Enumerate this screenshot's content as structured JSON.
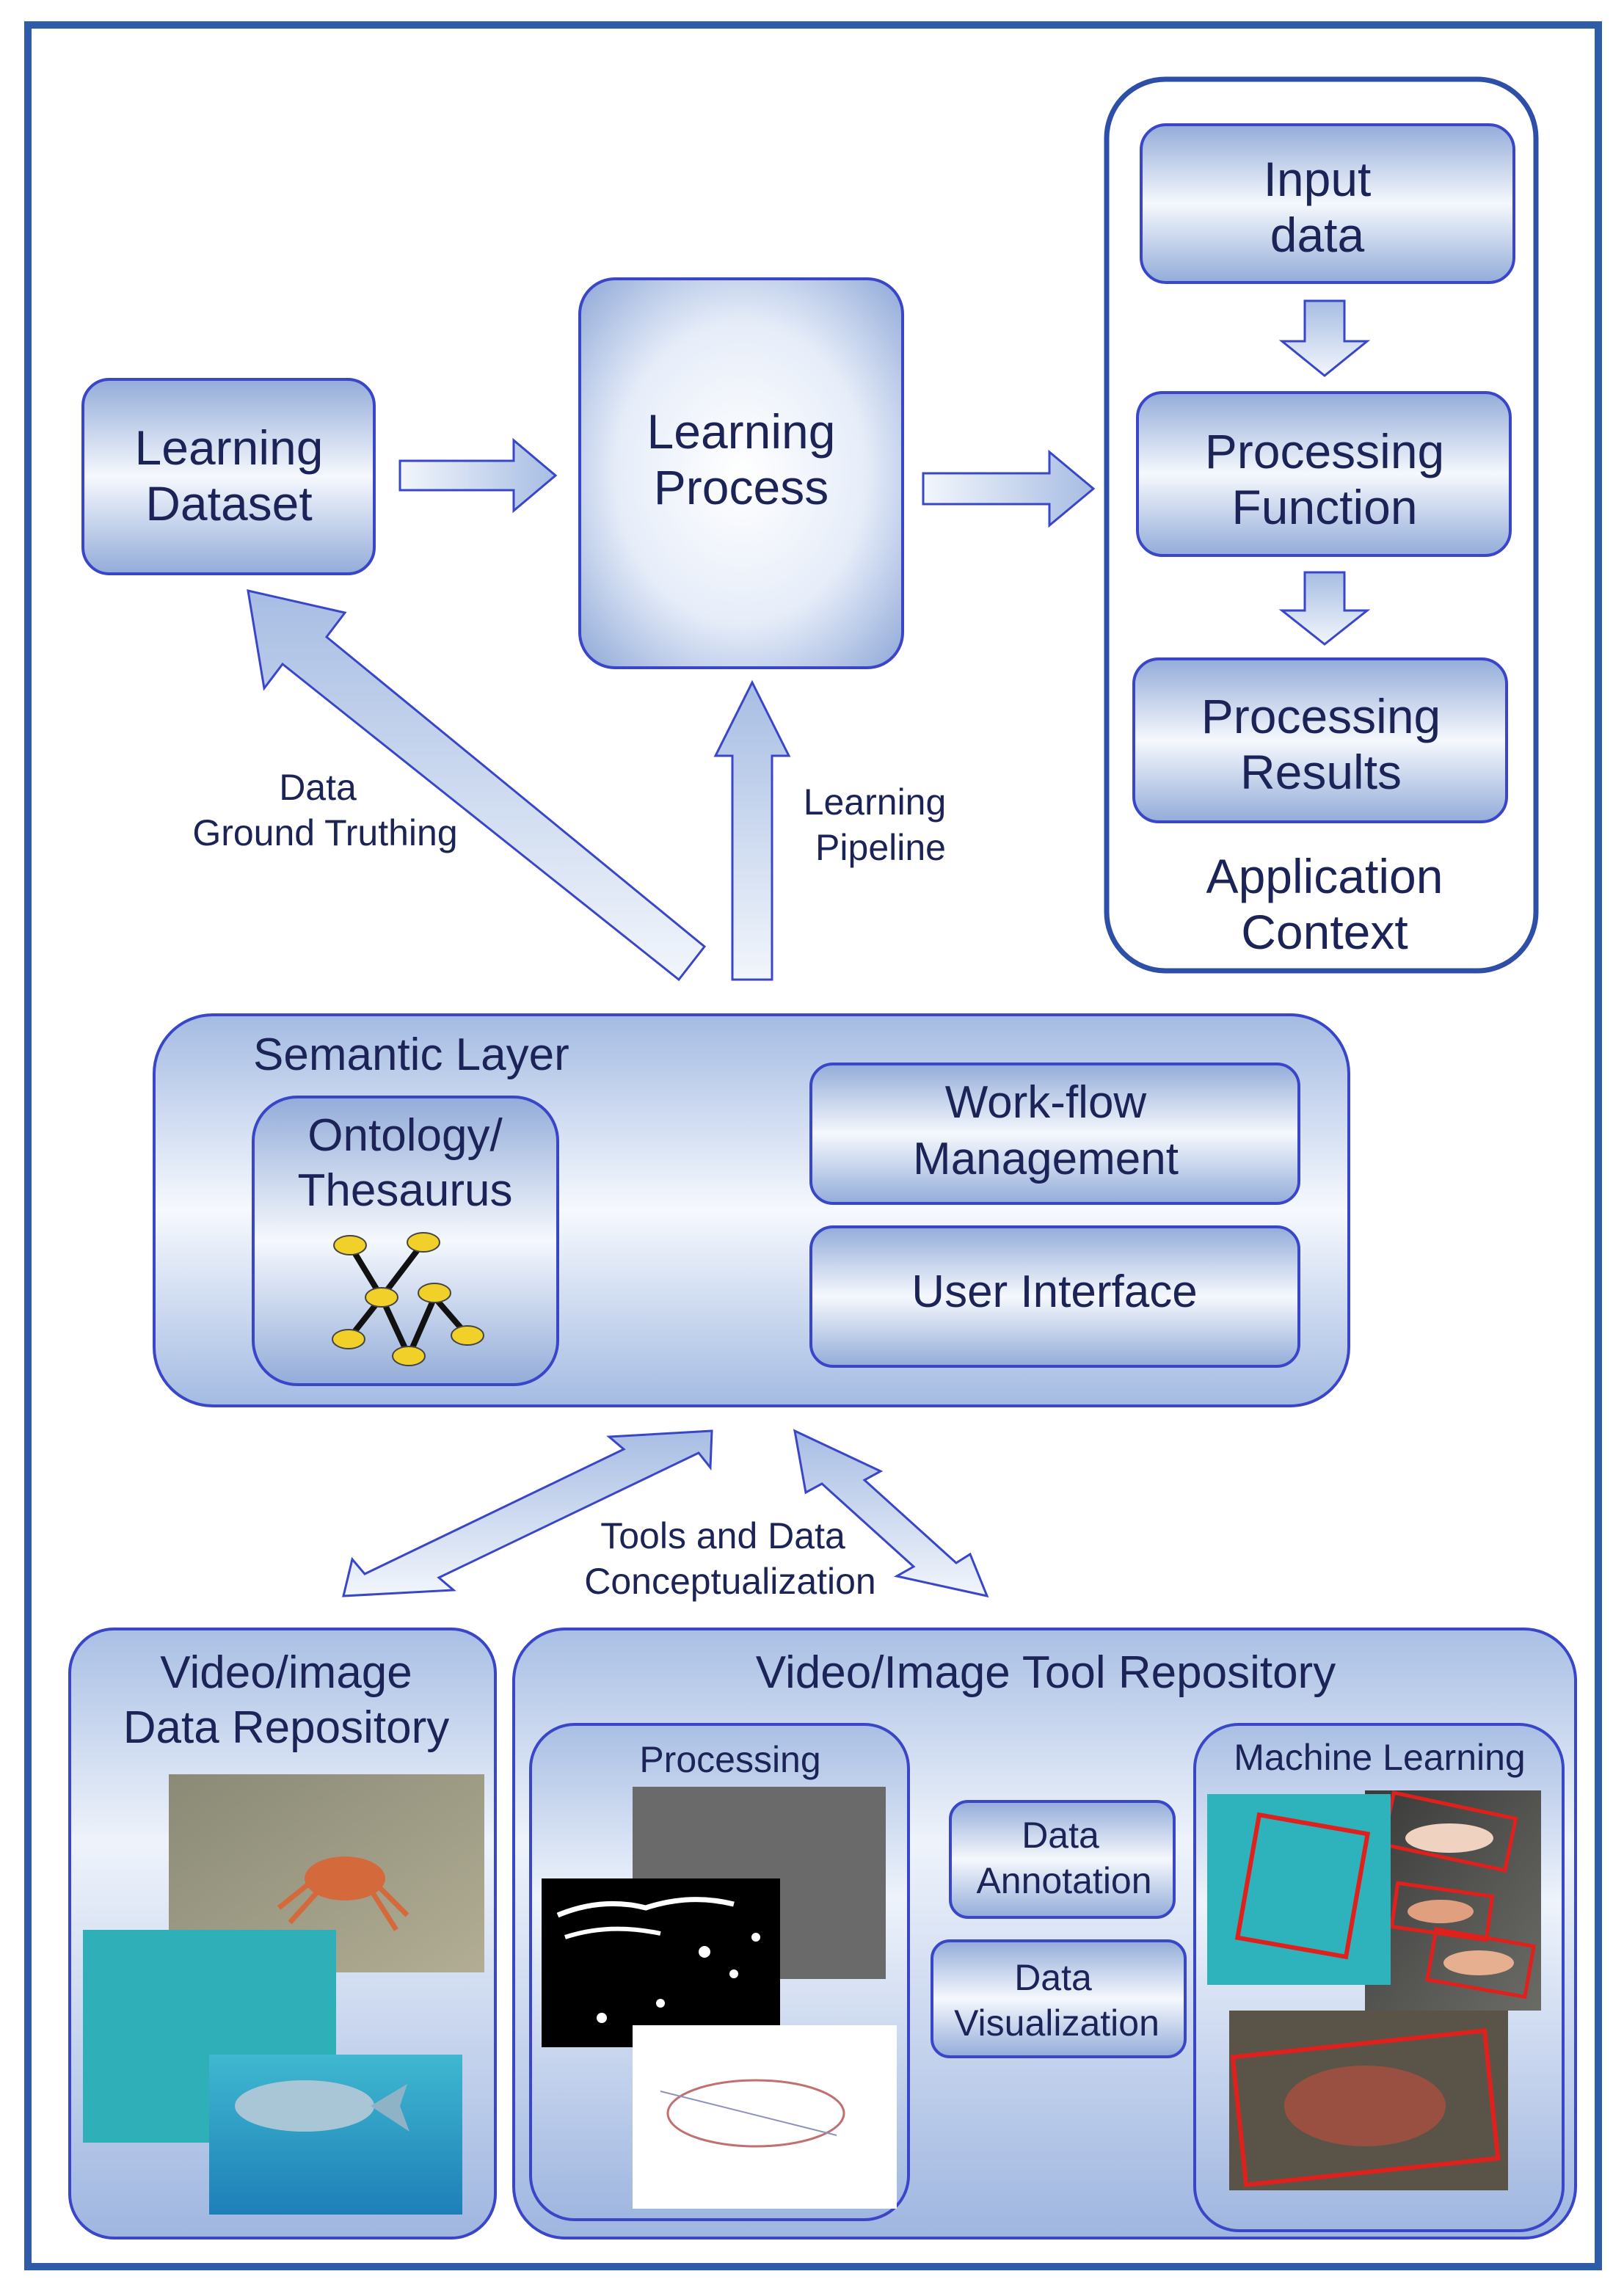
{
  "colors": {
    "border": "#3a46c8",
    "text": "#1c2457",
    "box_light": "#f4f7fd",
    "box_dark": "#93acd9",
    "frame": "#2e5ca8"
  },
  "boxes": {
    "learning_dataset": [
      "Learning",
      "Dataset"
    ],
    "learning_process": [
      "Learning",
      "Process"
    ],
    "input_data": [
      "Input",
      "data"
    ],
    "processing_function": [
      "Processing",
      "Function"
    ],
    "processing_results": [
      "Processing",
      "Results"
    ],
    "application_context": [
      "Application",
      "Context"
    ]
  },
  "labels": {
    "data_ground_truthing": [
      "Data",
      "Ground Truthing"
    ],
    "learning_pipeline": [
      "Learning",
      "Pipeline"
    ],
    "tools_conceptualization": [
      "Tools and Data",
      "Conceptualization"
    ]
  },
  "semantic_layer": {
    "title": "Semantic Layer",
    "ontology": [
      "Ontology/",
      "Thesaurus"
    ],
    "workflow": [
      "Work-flow",
      "Management"
    ],
    "user_interface": "User Interface"
  },
  "data_repository": {
    "title": [
      "Video/image",
      "Data Repository"
    ]
  },
  "tool_repository": {
    "title": "Video/Image Tool Repository",
    "processing": "Processing",
    "data_annotation": [
      "Data",
      "Annotation"
    ],
    "data_visualization": [
      "Data",
      "Visualization"
    ],
    "machine_learning": "Machine Learning"
  }
}
